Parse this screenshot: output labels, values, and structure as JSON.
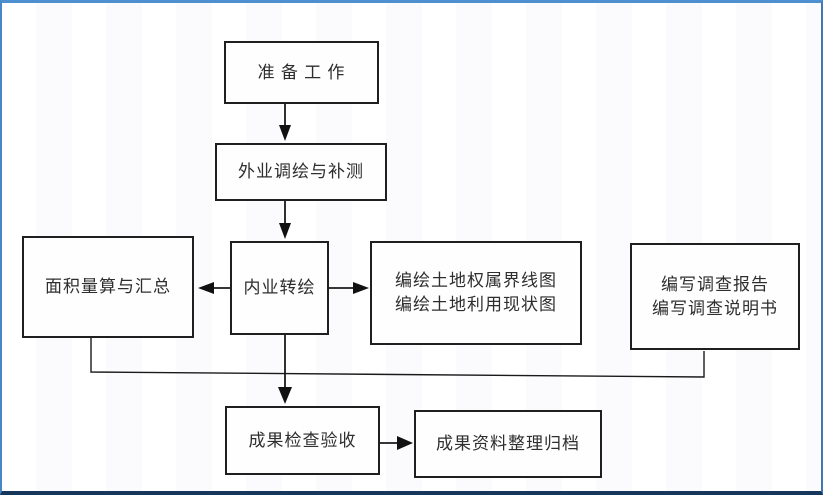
{
  "diagram": {
    "type": "flowchart",
    "nodes": {
      "prepare": {
        "label": "准 备 工 作"
      },
      "field_survey": {
        "label": "外业调绘与补测"
      },
      "indoor_mapping": {
        "label": "内业转绘"
      },
      "area_calc": {
        "label": "面积量算与汇总"
      },
      "compile_maps": {
        "line1": "编绘土地权属界线图",
        "line2": "编绘土地利用现状图"
      },
      "write_reports": {
        "line1": "编写调查报告",
        "line2": "编写调查说明书"
      },
      "inspection": {
        "label": "成果检查验收"
      },
      "archive": {
        "label": "成果资料整理归档"
      }
    },
    "colors": {
      "node_border": "#1f1f1f",
      "node_fill": "#fefefe",
      "text": "#2e2e2e",
      "connector": "#1a1a1a",
      "frame_top": "#4e8fd0",
      "frame_bottom": "#16365c",
      "background": "#ffffff"
    }
  }
}
